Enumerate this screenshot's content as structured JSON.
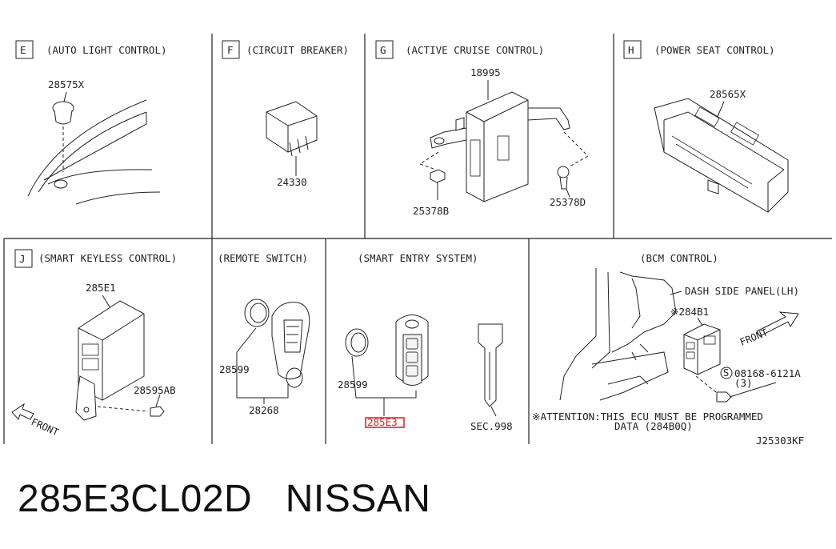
{
  "sections": {
    "E": {
      "letter": "E",
      "title": "(AUTO LIGHT CONTROL)",
      "parts": [
        "28575X"
      ]
    },
    "F": {
      "letter": "F",
      "title": "(CIRCUIT BREAKER)",
      "parts": [
        "24330"
      ]
    },
    "G": {
      "letter": "G",
      "title": "(ACTIVE CRUISE CONTROL)",
      "parts": [
        "18995",
        "25378B",
        "25378D"
      ]
    },
    "H": {
      "letter": "H",
      "title": "(POWER SEAT CONTROL)",
      "parts": [
        "28565X"
      ]
    },
    "J": {
      "letter": "J",
      "title": "(SMART KEYLESS CONTROL)",
      "parts": [
        "285E1",
        "28595AB"
      ],
      "front": "FRONT"
    },
    "remote": {
      "title": "(REMOTE SWITCH)",
      "parts": [
        "28599",
        "28268"
      ]
    },
    "smart": {
      "title": "(SMART ENTRY SYSTEM)",
      "parts": [
        "28599",
        "285E3",
        "SEC.998"
      ]
    },
    "bcm": {
      "title": "(BCM CONTROL)",
      "dash_label": "DASH SIDE PANEL(LH)",
      "part": "※284B1",
      "bolt_mark": "S",
      "bolt": "08168-6121A",
      "bolt_qty": "(3)",
      "front": "FRONT",
      "attention_line1": "※ATTENTION:THIS ECU MUST BE PROGRAMMED",
      "attention_line2": "DATA (284B0Q)"
    }
  },
  "diagram_code": "J25303KF",
  "caption": {
    "part_number": "285E3CL02D",
    "brand": "NISSAN"
  },
  "colors": {
    "highlight": "#e0262a",
    "ink": "#222222"
  }
}
